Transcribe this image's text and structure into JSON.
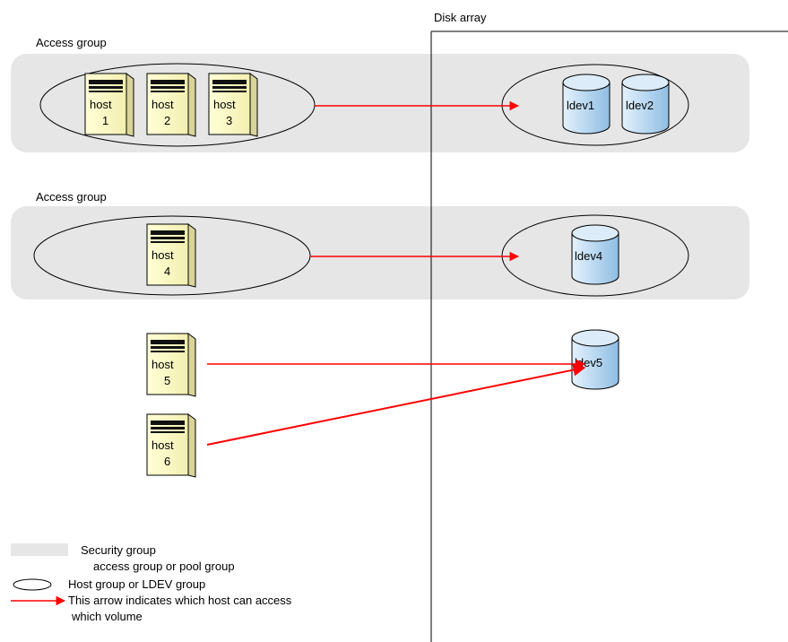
{
  "disk_array_label": "Disk array",
  "access_group_label": "Access group",
  "hosts": [
    {
      "line1": "host",
      "line2": "1"
    },
    {
      "line1": "host",
      "line2": "2"
    },
    {
      "line1": "host",
      "line2": "3"
    },
    {
      "line1": "host",
      "line2": "4"
    },
    {
      "line1": "host",
      "line2": "5"
    },
    {
      "line1": "host",
      "line2": "6"
    }
  ],
  "volumes": [
    "ldev1",
    "ldev2",
    "ldev4",
    "ldev5"
  ],
  "legend": {
    "security_group": "Security group",
    "security_group_sub": "access group or pool group",
    "host_group": "Host group or LDEV group",
    "arrow_line1": "This arrow indicates which host can access",
    "arrow_line2": "which volume"
  },
  "colors": {
    "security_group_fill": "#e6e6e6",
    "host_fill": "#ffffcc",
    "disk_fill": "#bcd9f2",
    "arrow": "#ff0000"
  }
}
